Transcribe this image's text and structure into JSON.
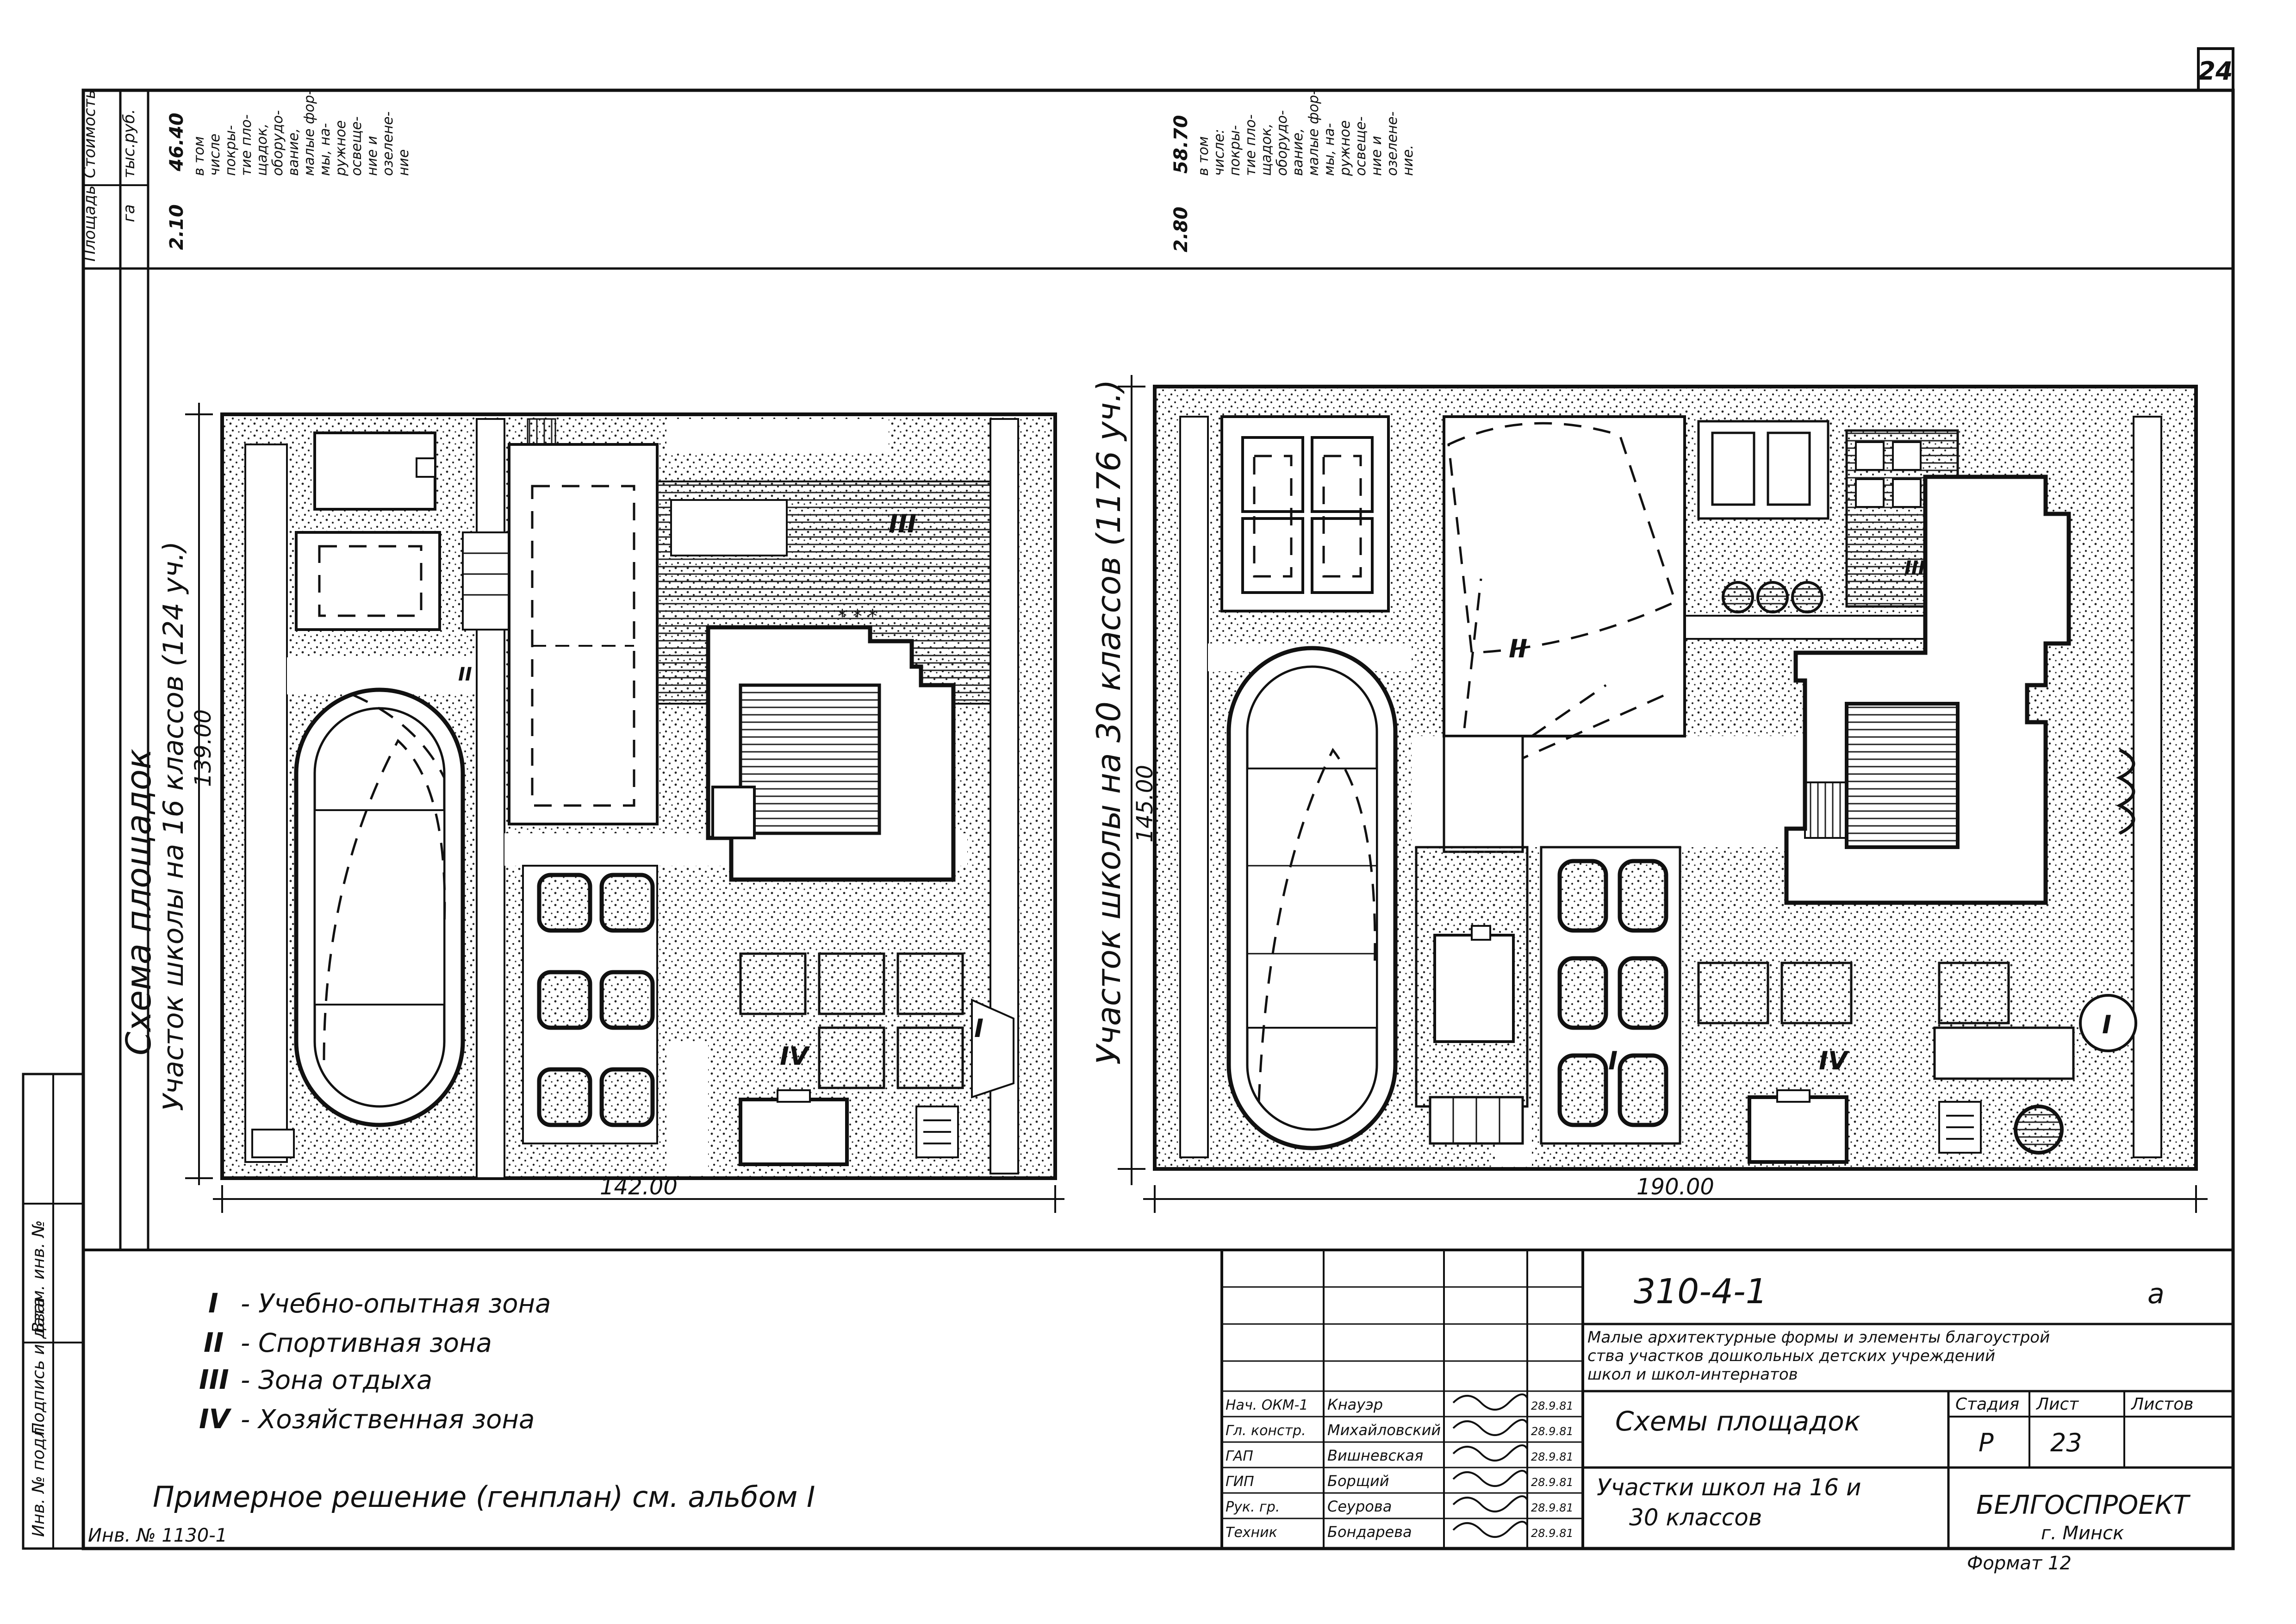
{
  "sheet": {
    "page_number": "24",
    "title_code": "310-4-1",
    "variant": "а",
    "format_label": "Формат 12",
    "description_lines": [
      "Малые архитектурные формы и элементы благоустрой",
      "ства участков дошкольных детских учреждений",
      "школ и школ-интернатов"
    ],
    "sheet_title": "Схемы площадок",
    "sheet_subtitle_lines": [
      "Участки школ на 16 и",
      "30 классов"
    ],
    "organization": "БЕЛГОСПРОЕКТ",
    "city": "г. Минск",
    "stage_header": "Стадия",
    "sheet_header": "Лист",
    "sheets_header": "Листов",
    "stage_value": "Р",
    "sheet_value": "23"
  },
  "table": {
    "header_area": "Площадь",
    "header_area_unit": "га",
    "header_cost": "Стоимость",
    "header_cost_unit": "тыс.руб.",
    "row1_area": "2.10",
    "row1_cost": "46.40",
    "row1_note_lines": [
      "в том",
      "числе",
      "покры-",
      "тие пло-",
      "щадок,",
      "оборудо-",
      "вание,",
      "малые фор-",
      "мы, на-",
      "ружное",
      "освеще-",
      "ние и",
      "озелене-",
      "ние"
    ],
    "row2_area": "2.80",
    "row2_cost": "58.70",
    "row2_note_lines": [
      "в том",
      "числе:",
      "покры-",
      "тие пло-",
      "щадок,",
      "оборудо-",
      "вание,",
      "малые фор-",
      "мы, на-",
      "ружное",
      "освеще-",
      "ние и",
      "озелене-",
      "ние."
    ]
  },
  "plans": {
    "heading": "Схема площадок",
    "left_caption": "Участок школы на 16 классов (124 уч.)",
    "left_depth": "139.00",
    "left_width": "142.00",
    "right_caption": "Участок школы на 30 классов (1176 уч.)",
    "right_depth": "145.00",
    "right_width": "190.00",
    "zone_marks": [
      "I",
      "II",
      "III",
      "IV"
    ]
  },
  "legend": {
    "items": [
      {
        "mark": "I",
        "text": "- Учебно-опытная зона"
      },
      {
        "mark": "II",
        "text": "- Спортивная зона"
      },
      {
        "mark": "III",
        "text": "- Зона отдыха"
      },
      {
        "mark": "IV",
        "text": "- Хозяйственная зона"
      }
    ],
    "note": "Примерное решение (генплан) см. альбом I",
    "inventory": "Инв. № 1130-1"
  },
  "signatures": [
    {
      "role": "Нач. ОКМ-1",
      "name": "Кнауэр",
      "date": "28.9.81"
    },
    {
      "role": "Гл. констр.",
      "name": "Михайловский",
      "date": "28.9.81"
    },
    {
      "role": "ГАП",
      "name": "Вишневская",
      "date": "28.9.81"
    },
    {
      "role": "ГИП",
      "name": "Борщий",
      "date": "28.9.81"
    },
    {
      "role": "Рук. гр.",
      "name": "Сеурова",
      "date": "28.9.81"
    },
    {
      "role": "Техник",
      "name": "Бондарева",
      "date": "28.9.81"
    }
  ],
  "side_stamp": [
    "Инв. № подл.",
    "Подпись и дата",
    "Взам. инв. №"
  ]
}
